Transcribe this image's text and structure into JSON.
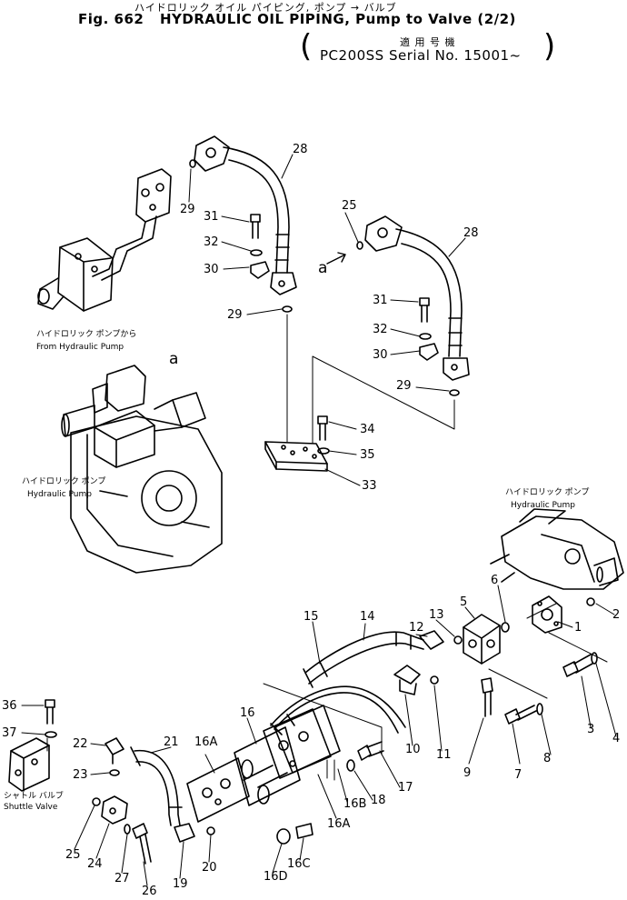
{
  "header": {
    "jp_title": "ハイドロリック オイル パイピング, ポンプ → バルブ",
    "fig_label": "Fig. 662",
    "title": "HYDRAULIC OIL PIPING, Pump to Valve (2/2)",
    "jp_applicable": "適 用 号 機",
    "serial": "PC200SS Serial No. 15001~"
  },
  "captions": {
    "from_pump_jp": "ハイドロリック ポンプから",
    "from_pump_en": "From Hydraulic Pump",
    "pump_jp_1": "ハイドロリック ポンプ",
    "pump_en_1": "Hydraulic Pump",
    "pump_jp_2": "ハイドロリック ポンプ",
    "pump_en_2": "Hydraulic Pump",
    "shuttle_jp": "シャトル バルブ",
    "shuttle_en": "Shuttle Valve",
    "view_a_1": "a",
    "view_a_2": "a"
  },
  "callouts": [
    "28",
    "29",
    "31",
    "32",
    "30",
    "25",
    "28",
    "29",
    "31",
    "32",
    "30",
    "29",
    "34",
    "35",
    "33",
    "15",
    "14",
    "13",
    "12",
    "5",
    "6",
    "1",
    "2",
    "3",
    "4",
    "11",
    "10",
    "9",
    "8",
    "7",
    "36",
    "37",
    "22",
    "23",
    "21",
    "16A",
    "16",
    "17",
    "18",
    "16B",
    "16A",
    "25",
    "24",
    "27",
    "26",
    "19",
    "20",
    "16D",
    "16C"
  ]
}
